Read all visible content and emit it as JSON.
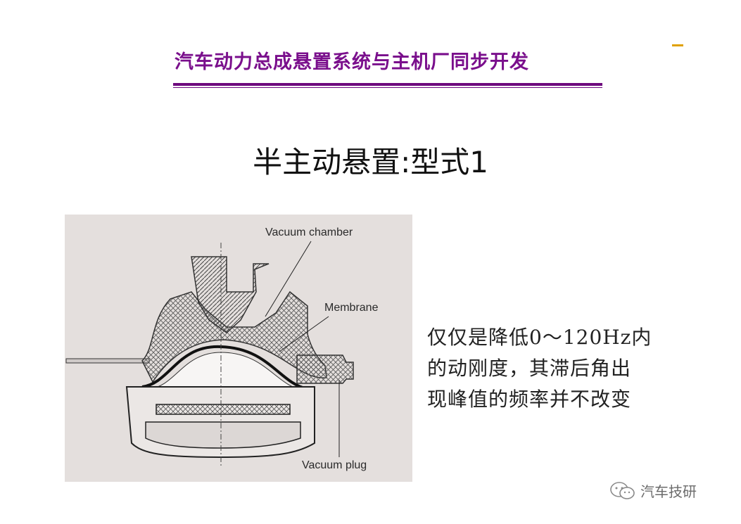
{
  "header": {
    "title": "汽车动力总成悬置系统与主机厂同步开发"
  },
  "slide": {
    "title": "半主动悬置:型式1"
  },
  "figure": {
    "labels": {
      "vacuum_chamber": "Vacuum chamber",
      "membrane": "Membrane",
      "vacuum_plug": "Vacuum plug"
    }
  },
  "description": {
    "lines": [
      "仅仅是降低0～120Hz内",
      "的动刚度，其滞后角出",
      "现峰值的频率并不改变"
    ]
  },
  "watermark": {
    "text": "汽车技研",
    "icon": "wechat-icon"
  },
  "colors": {
    "accent": "#7a0f8c",
    "corner_dash": "#e0a100"
  }
}
